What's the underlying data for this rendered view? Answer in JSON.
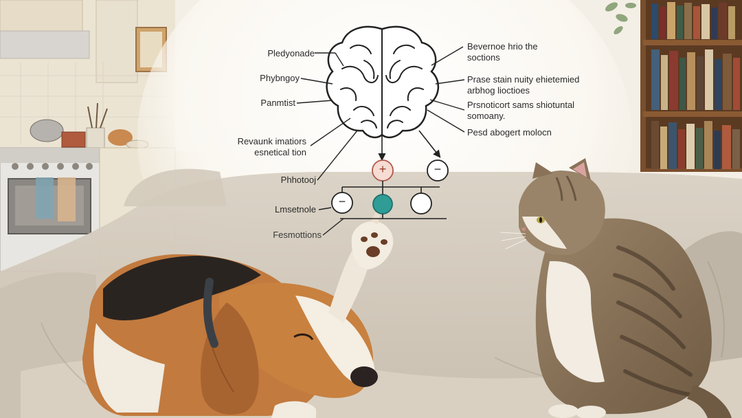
{
  "labels_left": [
    "Pledyonade",
    "Phybngoy",
    "Panmtist",
    "Revaunk imatiors\nesnetical tion",
    "Phhotooj",
    "Lmsetnole",
    "Fesmottions"
  ],
  "labels_right": [
    "Bevernoe hrio the\nsoctions",
    "Prase stain nuity  ehietemied\narbhog lioctioes",
    "Prsnoticort sams shiotuntal\nsomoany.",
    "Pesd abogert molocn"
  ],
  "nodes": {
    "plus": "+",
    "minus_right": "−",
    "minus_left": "−"
  },
  "colors": {
    "accent_teal": "#2f9c96",
    "plus_fill": "#f6dcd3",
    "plus_stroke": "#b2574a",
    "line": "#222222"
  }
}
